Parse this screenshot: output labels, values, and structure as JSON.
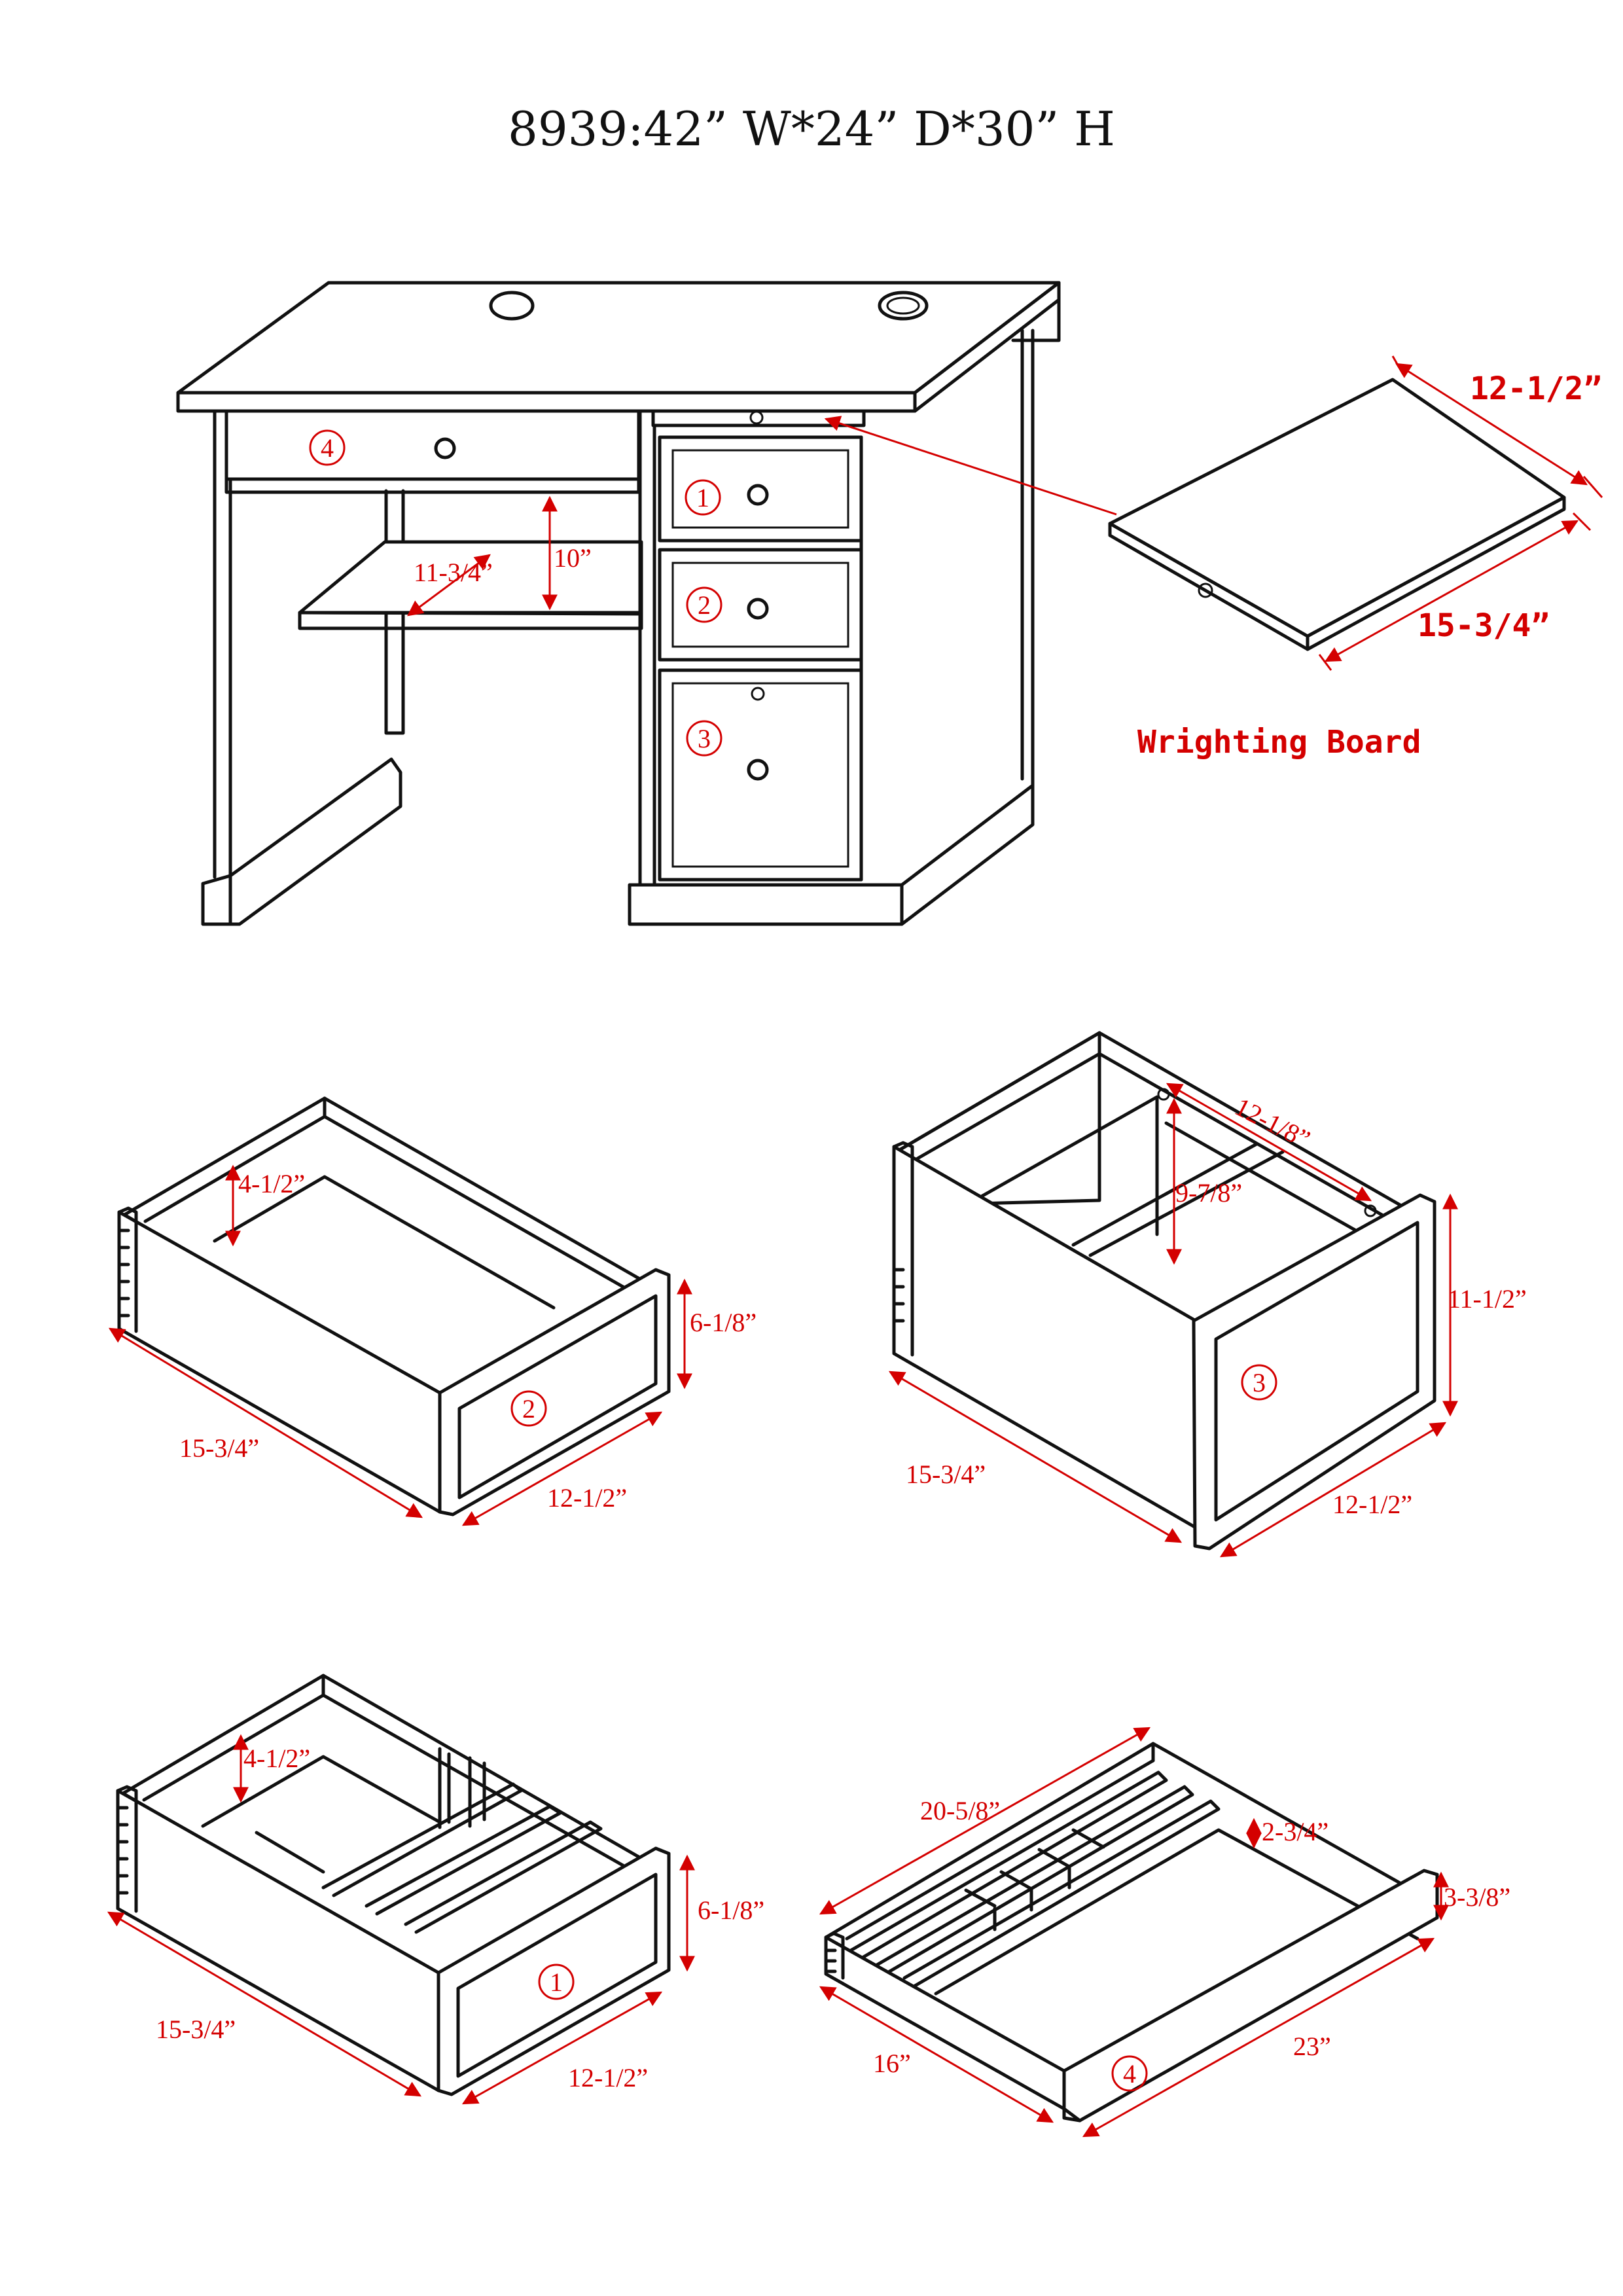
{
  "title": "8939:42” W*24” D*30” H",
  "desk": {
    "callouts": [
      "4",
      "1",
      "2",
      "3"
    ],
    "shelf_width": "11-3/4”",
    "shelf_height": "10”"
  },
  "writing_board": {
    "label": "Wrighting Board",
    "width": "12-1/2”",
    "depth": "15-3/4”"
  },
  "drawer2": {
    "callout": "2",
    "height": "4-1/2”",
    "front_height": "6-1/8”",
    "depth": "15-3/4”",
    "width": "12-1/2”"
  },
  "drawer3": {
    "callout": "3",
    "rail": "12-1/8”",
    "inner_height": "9-7/8”",
    "front_height": "11-1/2”",
    "depth": "15-3/4”",
    "width": "12-1/2”"
  },
  "drawer1": {
    "callout": "1",
    "height": "4-1/2”",
    "front_height": "6-1/8”",
    "depth": "15-3/4”",
    "width": "12-1/2”"
  },
  "drawer4": {
    "callout": "4",
    "width_top": "20-5/8”",
    "height": "2-3/4”",
    "front_height": "3-3/8”",
    "depth": "16”",
    "width": "23”"
  }
}
